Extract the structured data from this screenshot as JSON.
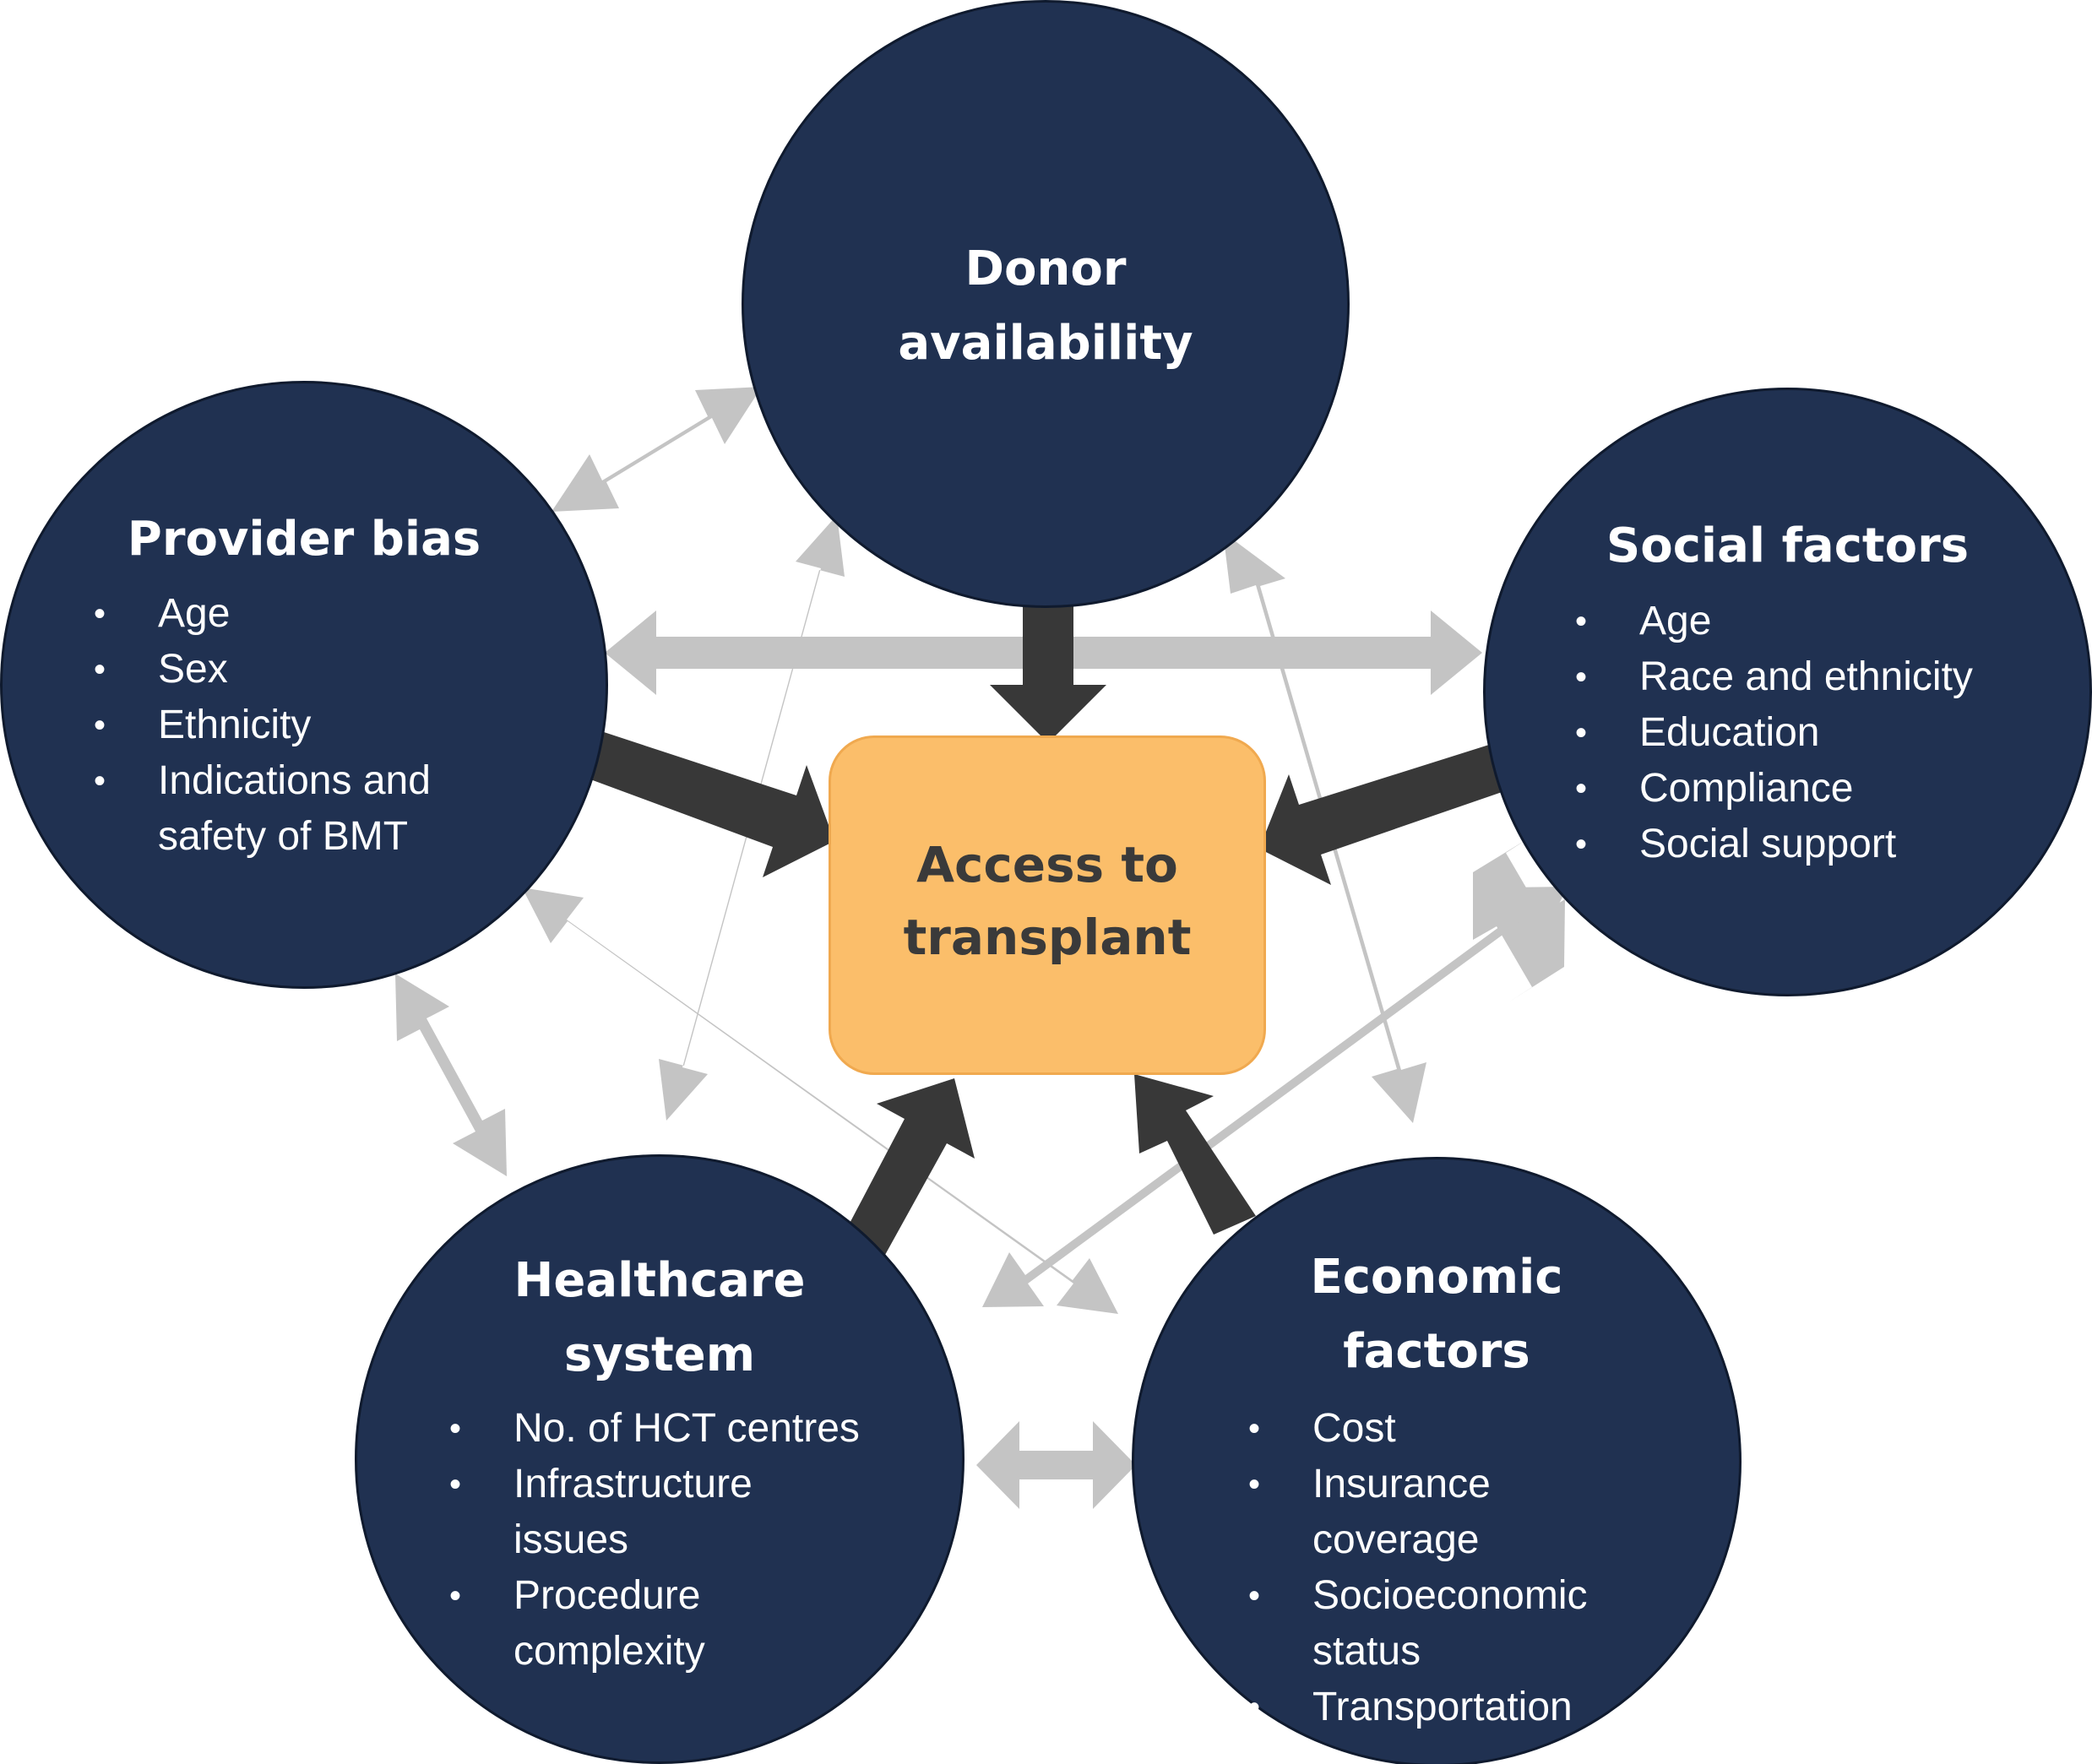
{
  "center": {
    "title_line1": "Access to",
    "title_line2": "transplant"
  },
  "factors": {
    "donor": {
      "title_line1": "Donor",
      "title_line2": "availability"
    },
    "provider": {
      "title": "Provider bias",
      "items": [
        "Age",
        "Sex",
        "Ethnicity",
        "Indications and",
        "safety of BMT"
      ]
    },
    "social": {
      "title": "Social factors",
      "items": [
        "Age",
        "Race and ethnicity",
        "Education",
        "Compliance",
        "Social support"
      ]
    },
    "healthcare": {
      "title_line1": "Healthcare",
      "title_line2": "system",
      "items": [
        "No. of HCT centres",
        "Infrastructure",
        "issues",
        "Procedure",
        "complexity"
      ]
    },
    "economic": {
      "title_line1": "Economic",
      "title_line2": "factors",
      "items": [
        "Cost",
        "Insurance",
        "coverage",
        "Socioeconomic",
        "status",
        "Transportation"
      ]
    }
  },
  "colors": {
    "circle_fill": "#203151",
    "center_fill": "#fbbe6a",
    "influence_arrow": "#383838",
    "interaction_arrow": "#c4c4c4"
  }
}
